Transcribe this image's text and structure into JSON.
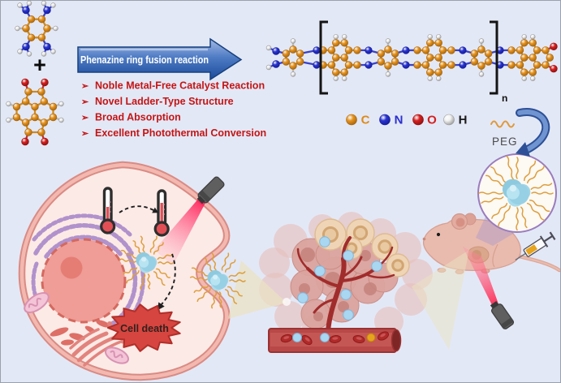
{
  "figure": {
    "background": "#e3e8f6",
    "border_color": "#9aa0ac"
  },
  "synthesis": {
    "plus_sign": "+",
    "arrow_label": "Phenazine ring fusion reaction",
    "bullet_glyph": "➢",
    "bullets": [
      "Noble Metal-Free Catalyst Reaction",
      "Novel Ladder-Type Structure",
      "Broad Absorption",
      "Excellent Photothermal Conversion"
    ],
    "text_color": "#c41515",
    "arrow_colors": {
      "light": "#a3b8e4",
      "dark": "#1c4a9b"
    },
    "repeat_subscript": "n"
  },
  "atom_legend": {
    "items": [
      {
        "symbol": "C",
        "color": "#e8941f",
        "label_color": "#de8a18"
      },
      {
        "symbol": "N",
        "color": "#2a35cf",
        "label_color": "#2a2fd0"
      },
      {
        "symbol": "O",
        "color": "#d92121",
        "label_color": "#d32020"
      },
      {
        "symbol": "H",
        "color": "#f2f2f2",
        "label_color": "#1a1a1a"
      }
    ]
  },
  "peg": {
    "label": "PEG"
  },
  "cell_panel": {
    "death_label": "Cell death"
  },
  "palette": {
    "cream_beam": "#ebe3c2",
    "purple_beam": "#a895cd",
    "laser_red": "#ff1744",
    "micelle_core": "#9fd5e8",
    "peg_chain": "#dd9f3e",
    "vessel_red": "#b84848",
    "cell_fill": "#fceae6",
    "membrane": "#d98b84"
  }
}
